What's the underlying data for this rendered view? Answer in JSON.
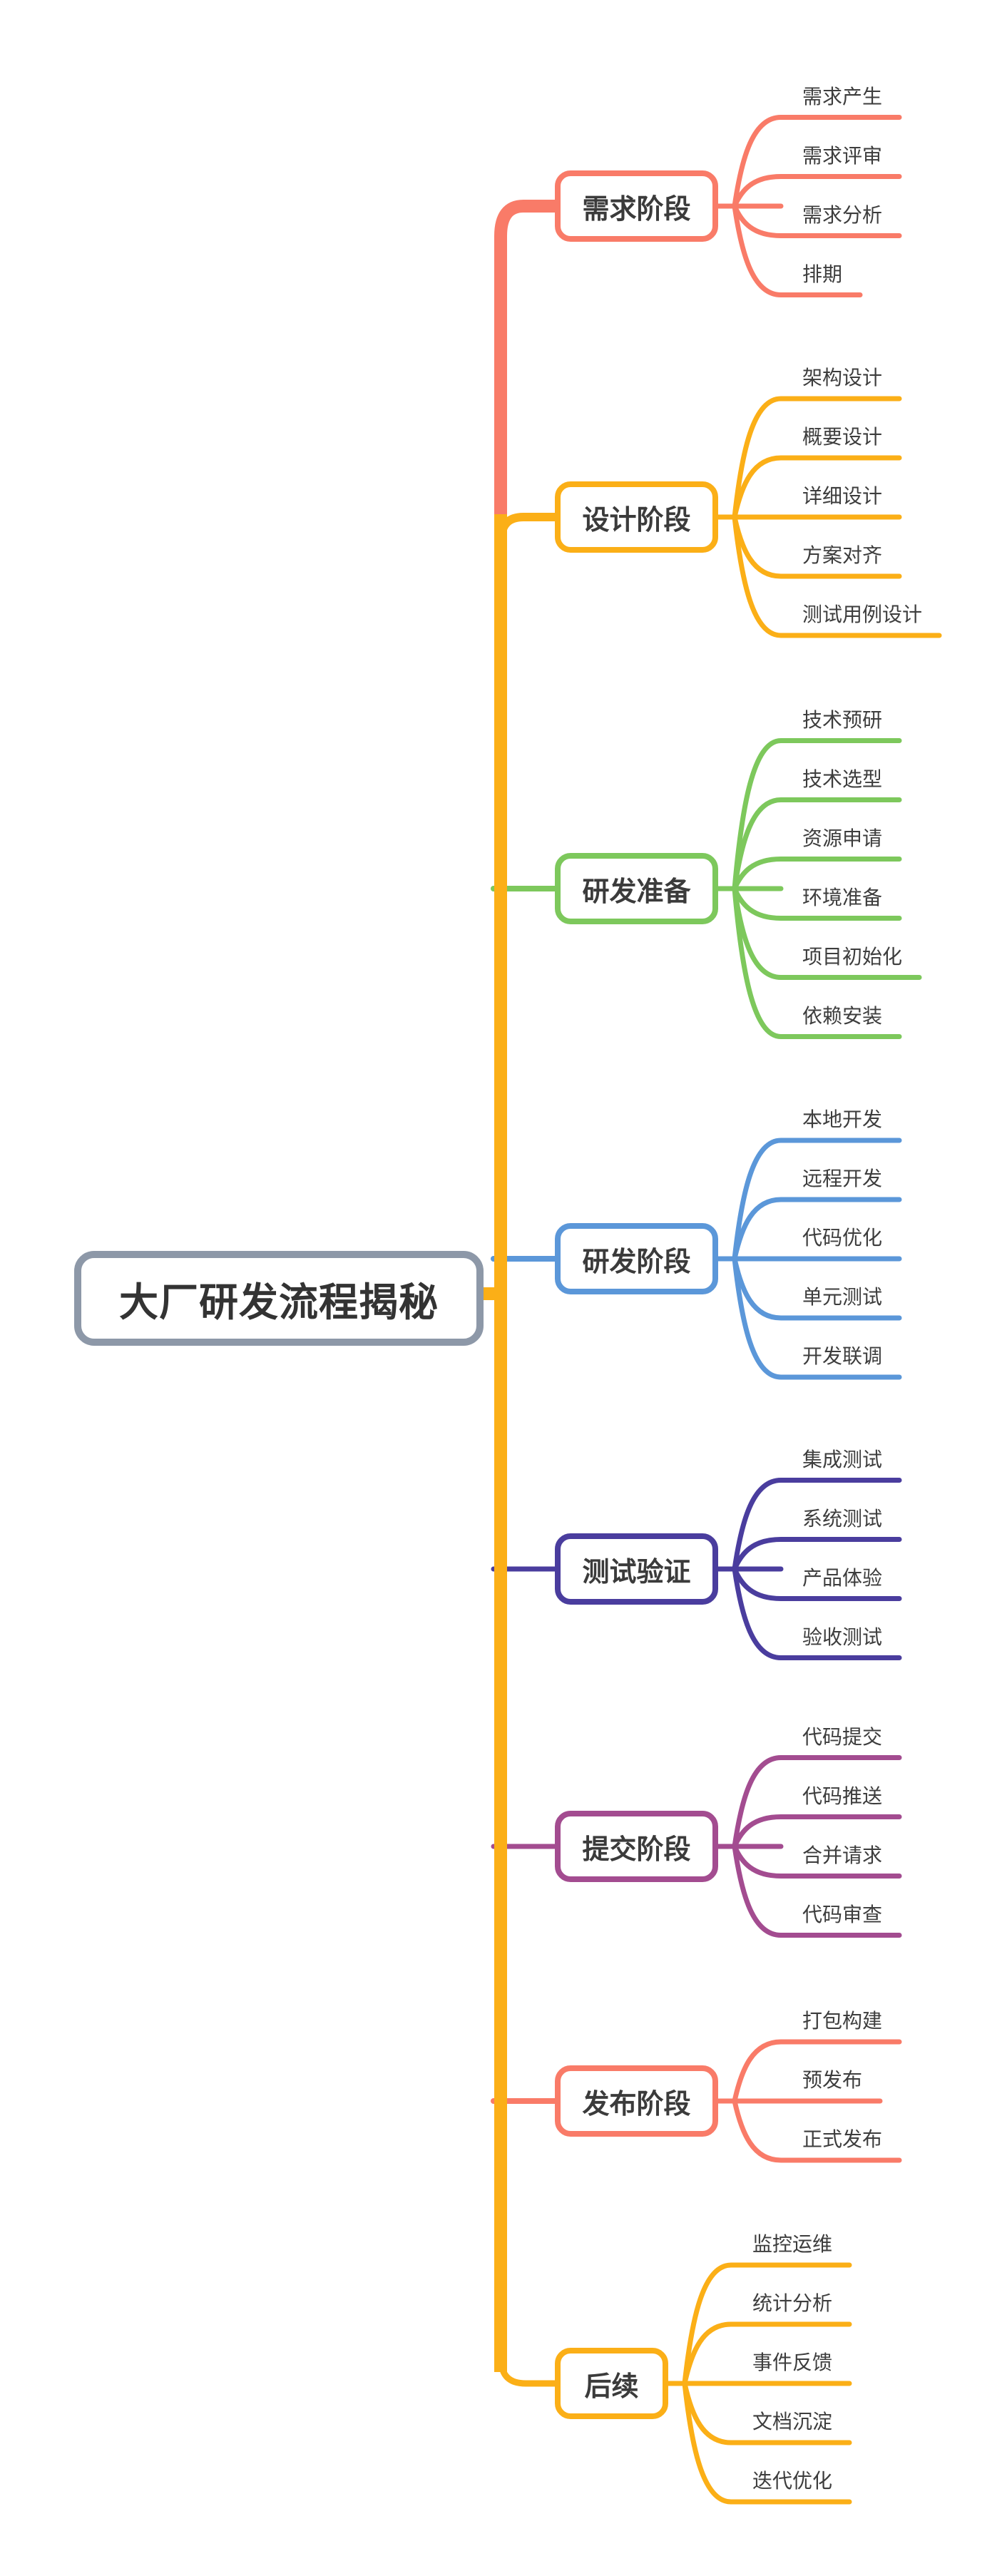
{
  "central": {
    "title": "大厂研发流程揭秘",
    "border_color": "#8d98a8"
  },
  "trunk": {
    "upper_color": "#f97b68",
    "lower_color": "#fbaf17"
  },
  "text_color": "#3d3d3d",
  "background_color": "#ffffff",
  "branches": [
    {
      "id": "requirements",
      "label": "需求阶段",
      "color": "#f97b68",
      "children": [
        "需求产生",
        "需求评审",
        "需求分析",
        "排期"
      ]
    },
    {
      "id": "design",
      "label": "设计阶段",
      "color": "#fbaf17",
      "children": [
        "架构设计",
        "概要设计",
        "详细设计",
        "方案对齐",
        "测试用例设计"
      ]
    },
    {
      "id": "dev-preparation",
      "label": "研发准备",
      "color": "#7dc85c",
      "children": [
        "技术预研",
        "技术选型",
        "资源申请",
        "环境准备",
        "项目初始化",
        "依赖安装"
      ]
    },
    {
      "id": "development",
      "label": "研发阶段",
      "color": "#5b97d9",
      "children": [
        "本地开发",
        "远程开发",
        "代码优化",
        "单元测试",
        "开发联调"
      ]
    },
    {
      "id": "test-verification",
      "label": "测试验证",
      "color": "#4a3d9e",
      "children": [
        "集成测试",
        "系统测试",
        "产品体验",
        "验收测试"
      ]
    },
    {
      "id": "submission",
      "label": "提交阶段",
      "color": "#a34c90",
      "children": [
        "代码提交",
        "代码推送",
        "合并请求",
        "代码审查"
      ]
    },
    {
      "id": "release",
      "label": "发布阶段",
      "color": "#f97b68",
      "children": [
        "打包构建",
        "预发布",
        "正式发布"
      ]
    },
    {
      "id": "follow-up",
      "label": "后续",
      "color": "#fbaf17",
      "children": [
        "监控运维",
        "统计分析",
        "事件反馈",
        "文档沉淀",
        "迭代优化"
      ]
    }
  ]
}
